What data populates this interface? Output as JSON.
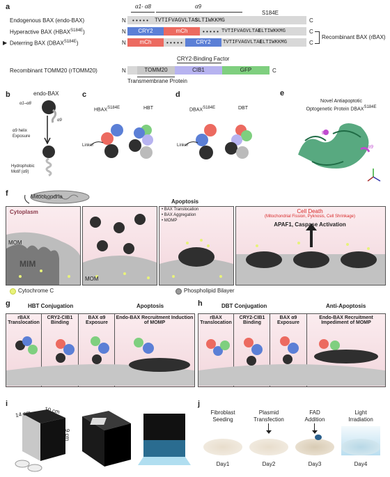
{
  "panels": {
    "a": {
      "letter": "a",
      "rows": [
        {
          "label": "Endogenous BAX (endo-BAX)",
          "n": "N",
          "dots": "• • • • •",
          "seq_pre": "TVTIFVAGVLTA",
          "seq_bold": "S",
          "seq_post": "LTIWKKMG",
          "c": "C"
        },
        {
          "label": "Hyperactive BAX (HBAX",
          "label_sup": "S184E",
          "label_end": ")",
          "n": "N",
          "seg1": "CRY2",
          "seg2": "mCh",
          "dots": "• • • • •",
          "seq_pre": "TVTIFVAGVLTA",
          "seq_bold": "E",
          "seq_post": "LTIWKKMG",
          "c": "C"
        },
        {
          "marker": "▶",
          "label": "Deterring BAX (DBAX",
          "label_sup": "S184E",
          "label_end": ")",
          "n": "N",
          "seg1": "mCh",
          "dots": "• • • • •",
          "seg2": "CRY2",
          "seq_pre": "TVTIFVAGVLTA",
          "seq_bold": "E",
          "seq_post": "LTIWKKMG",
          "c": "C"
        }
      ],
      "alpha_18": "α1- α8",
      "alpha_9": "α9",
      "mutation": "S184E",
      "recombinant": "Recombinant BAX (rBAX)",
      "tom_label": "Recombinant TOMM20 (rTOMM20)",
      "tom_n": "N",
      "tom_seg1": "TOMM20",
      "tom_seg2": "CIB1",
      "tom_seg3": "GFP",
      "tom_c": "C",
      "cry2_factor": "CRY2-Binding Factor",
      "transmembrane": "Transmembrane Protein"
    },
    "b": {
      "letter": "b",
      "title": "endo-BAX",
      "a18": "α1–α8",
      "a9": "α9",
      "step": "α9 helix Exposure",
      "motif_l1": "Hydrophobic",
      "motif_l2": "Motif (α9)"
    },
    "c": {
      "letter": "c",
      "name": "HBAX",
      "name_sup": "S184E",
      "abbr": "HBT",
      "linker": "Linker"
    },
    "d": {
      "letter": "d",
      "name": "DBAX",
      "name_sup": "S184E",
      "abbr": "DBT",
      "linker": "Linker"
    },
    "e": {
      "letter": "e",
      "title_l1": "Novel Antiapoptotic",
      "title_l2": "Optogenetic Protein DBAX",
      "title_sup": "S184E",
      "bh": "BH",
      "a9": "α9"
    },
    "f": {
      "letter": "f",
      "mito": "Mitochondria",
      "cytoplasm": "Cytoplasm",
      "mom": "MOM",
      "mim": "MIM",
      "mom2": "MOM",
      "apoptosis": "Apoptosis",
      "bullets": [
        "• BAX Translocation",
        "• BAX Aggregation",
        "• MOMP"
      ],
      "cell_death_l1": "Cell Death",
      "cell_death_l2": "(Mitochondrial Fission, Pyknosis, Cell Shrinkage)",
      "apaf": "APAF1, Caspase Activation",
      "legend_cyto": "Cytochrome C",
      "legend_lipid": "Phospholipid Bilayer"
    },
    "g": {
      "letter": "g",
      "head1": "HBT Conjugation",
      "head2": "Apoptosis",
      "steps": [
        "rBAX Translocation",
        "CRY2-CIB1 Binding",
        "BAX α9 Exposure",
        "Endo-BAX Recruitment Induction of MOMP"
      ]
    },
    "h": {
      "letter": "h",
      "head1": "DBT Conjugation",
      "head2": "Anti-Apoptosis",
      "steps": [
        "rBAX Translocation",
        "CRY2-CIB1 Binding",
        "BAX α9 Exposure",
        "Endo-BAX Recruitment Impediment of MOMP"
      ]
    },
    "i": {
      "letter": "i",
      "dim1": "14 cm",
      "dim2": "10 cm",
      "dim3": "9 cm"
    },
    "j": {
      "letter": "j",
      "steps": [
        {
          "title_l1": "Fibroblast",
          "title_l2": "Seeding",
          "day": "Day1"
        },
        {
          "title_l1": "Plasmid",
          "title_l2": "Transfection",
          "day": "Day2"
        },
        {
          "title_l1": "FAD",
          "title_l2": "Addition",
          "day": "Day3"
        },
        {
          "title_l1": "Light",
          "title_l2": "Irradiation",
          "day": "Day4"
        }
      ]
    }
  },
  "colors": {
    "cry2": "#5b7fd6",
    "mch": "#ec6a60",
    "cib1": "#b7b3f0",
    "gfp": "#7fcf7f",
    "tomm": "#c8c8c8",
    "bax": "#2f2f2f",
    "red": "#d82a2a"
  }
}
